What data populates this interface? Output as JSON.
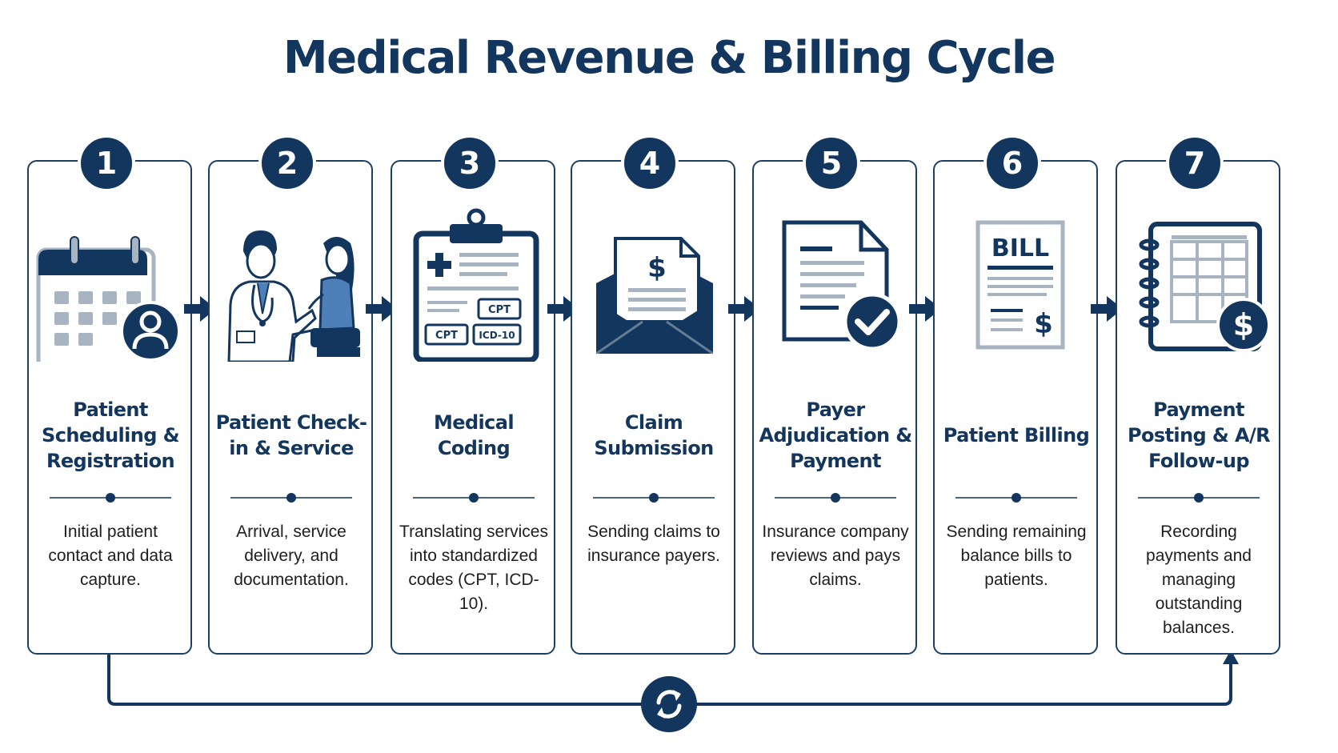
{
  "title": "Medical Revenue & Billing Cycle",
  "colors": {
    "primary": "#13365e",
    "accent_blue": "#4f7fb8",
    "gray": "#a9b4c2",
    "text": "#1e1e1e"
  },
  "steps": [
    {
      "number": "1",
      "title": "Patient Scheduling & Registration",
      "description": "Initial patient contact and data capture.",
      "icon": "calendar-user-icon"
    },
    {
      "number": "2",
      "title": "Patient Check-in & Service",
      "description": "Arrival, service delivery, and documentation.",
      "icon": "doctor-patient-icon"
    },
    {
      "number": "3",
      "title": "Medical Coding",
      "description": "Translating services into standardized codes (CPT, ICD-10).",
      "icon": "clipboard-codes-icon",
      "icon_labels": [
        "CPT",
        "CPT",
        "ICD-10"
      ]
    },
    {
      "number": "4",
      "title": "Claim Submission",
      "description": "Sending claims to insurance payers.",
      "icon": "envelope-dollar-icon",
      "icon_labels": [
        "$"
      ]
    },
    {
      "number": "5",
      "title": "Payer Adjudication & Payment",
      "description": "Insurance company reviews and pays claims.",
      "icon": "document-check-icon"
    },
    {
      "number": "6",
      "title": "Patient Billing",
      "description": "Sending remaining balance bills to patients.",
      "icon": "bill-icon",
      "icon_labels": [
        "BILL",
        "$"
      ]
    },
    {
      "number": "7",
      "title": "Payment Posting & A/R Follow-up",
      "description": "Recording payments and managing outstanding balances.",
      "icon": "ledger-dollar-icon",
      "icon_labels": [
        "$"
      ]
    }
  ],
  "connectors": [
    "arrow-right-icon",
    "arrow-right-icon",
    "arrow-right-icon",
    "arrow-right-icon",
    "arrow-right-icon",
    "arrow-right-icon"
  ],
  "loop": {
    "icon": "refresh-cycle-icon"
  }
}
